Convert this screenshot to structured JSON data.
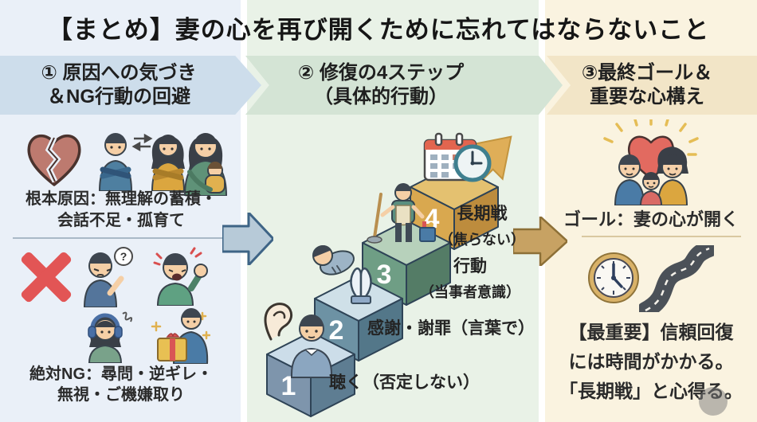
{
  "title": "【まとめ】妻の心を再び開くために忘れてはならないこと",
  "sections": {
    "cause": {
      "header_line1": "① 原因への気づき",
      "header_line2": "＆NG行動の回避",
      "root_cause_line1": "根本原因：無理解の蓄積・",
      "root_cause_line2": "会話不足・孤育て",
      "ng_line1": "絶対NG：尋問・逆ギレ・",
      "ng_line2": "無視・ご機嫌取り"
    },
    "steps": {
      "header_line1": "② 修復の4ステップ",
      "header_line2": "（具体的行動）",
      "items": [
        {
          "num": "1",
          "line1": "聴く（否定しない）",
          "line2": ""
        },
        {
          "num": "2",
          "line1": "感謝・謝罪（言葉で）",
          "line2": ""
        },
        {
          "num": "3",
          "line1": "行動",
          "line2": "（当事者意識）"
        },
        {
          "num": "4",
          "line1": "長期戦",
          "line2": "（焦らない）"
        }
      ]
    },
    "goal": {
      "header_line1": "③最終ゴール＆",
      "header_line2": "重要な心構え",
      "goal_text": "ゴール：妻の心が開く",
      "mindset_line1": "【最重要】信頼回復",
      "mindset_line2": "には時間がかかる。",
      "mindset_line3": "「長期戦」と心得る。"
    }
  },
  "icons": {
    "broken-heart-icon": "#bd7a6f",
    "couple-conflict-icon": "#4e7fa0 / #dba63f",
    "swap-arrows-icon": "⇄",
    "mother-child-icon": "#5f9278",
    "x-mark-icon": "#e25555",
    "questioning-man-icon": "#54759b",
    "question-bubble": "?",
    "angry-man-icon": "#5fa182",
    "headphones-woman-icon": "#79a28a",
    "gift-man-icon": "#e8c053",
    "ear-icon": "#f7ead8",
    "listening-man-icon": "#8ba6c0",
    "praying-hands-icon": "#ecf2f7",
    "bowing-man-icon": "#9db4c6",
    "cleaning-man-icon": "#5a8f7f",
    "calendar-icon": "#e2654f",
    "clock-teal-icon": "#3f7f8f",
    "up-arrow-icon": "#dfae58",
    "heart-family-icon": "#e26a60",
    "clock-gold-icon": "#d9b268",
    "winding-road-icon": "#4b5158",
    "arrow-blue-icon": "#b7cad8",
    "arrow-tan-icon": "#c7a263"
  },
  "colors": {
    "column1_bg": "#eaf0f8",
    "column2_bg": "#e9f2e7",
    "column3_bg": "#faf3e0",
    "band1": "#cdddeb",
    "band2": "#d4e4d5",
    "band3": "#f2e5c7",
    "step1": "#7e95ac",
    "step2": "#6d92a4",
    "step3": "#6f9e85",
    "step4": "#d9a84f",
    "ng_red": "#e25555",
    "heart_red": "#e26a60",
    "gold": "#dfae58"
  }
}
